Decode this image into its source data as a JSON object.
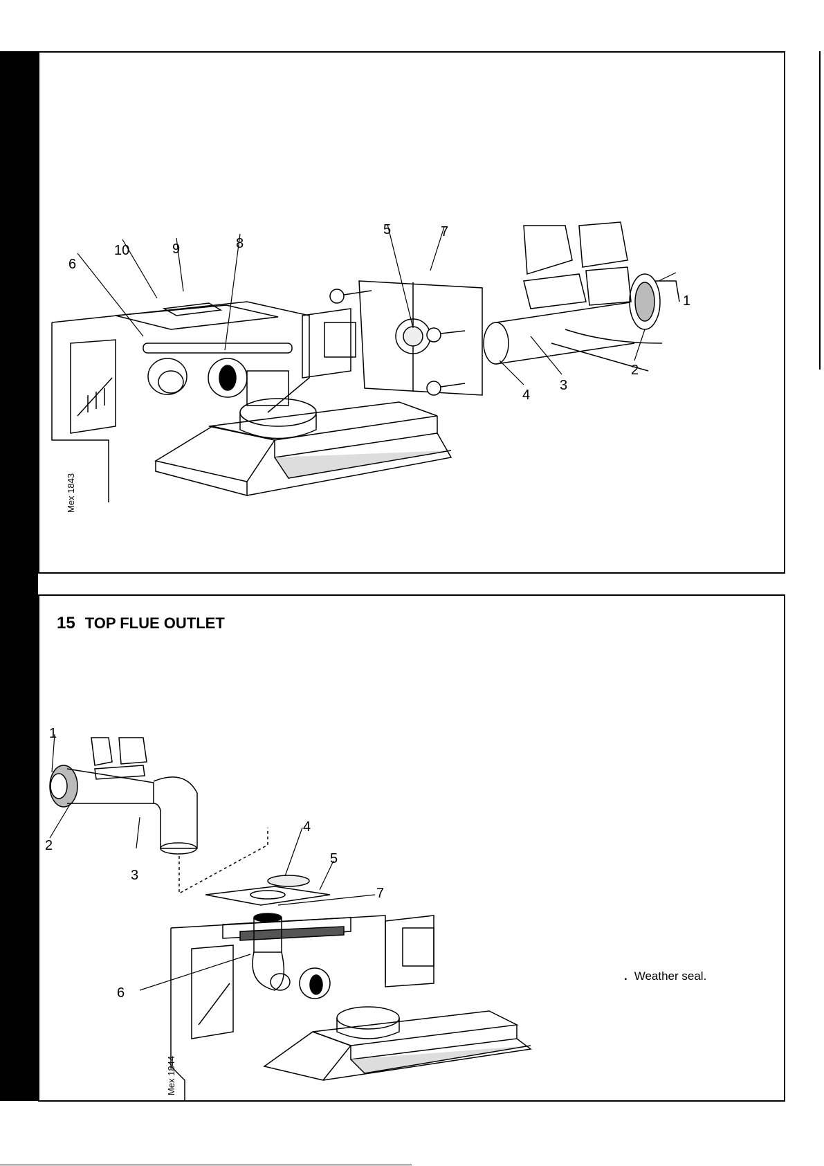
{
  "top_figure": {
    "code": "Mex 1843",
    "callouts": [
      "1",
      "2",
      "3",
      "4",
      "5",
      "6",
      "7",
      "8",
      "9",
      "10"
    ]
  },
  "bottom_section": {
    "number": "15",
    "title": "TOP FLUE OUTLET",
    "figure": {
      "code": "Mex 1844",
      "callouts": [
        "1",
        "2",
        "3",
        "4",
        "5",
        "6",
        "7"
      ]
    },
    "note": {
      "bullet": ".",
      "text": "Weather seal."
    }
  }
}
